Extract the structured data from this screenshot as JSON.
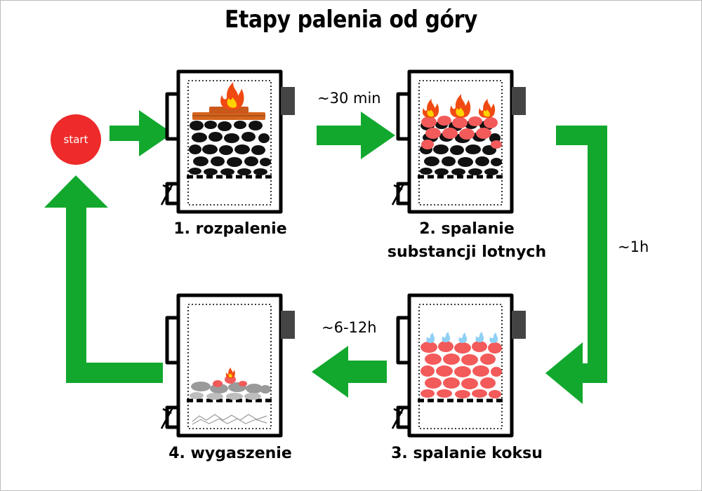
{
  "title": "Etapy palenia od góry",
  "start_label": "start",
  "stages": [
    {
      "label": "1. rozpalenie"
    },
    {
      "label_line1": "2. spalanie",
      "label_line2": "substancji lotnych"
    },
    {
      "label": "3. spalanie koksu"
    },
    {
      "label": "4. wygaszenie"
    }
  ],
  "transitions": [
    {
      "from": "1. rozpalenie",
      "to": "2. spalanie substancji lotnych",
      "duration": "~30 min"
    },
    {
      "from": "2. spalanie substancji lotnych",
      "to": "3. spalanie koksu",
      "duration": "~1h"
    },
    {
      "from": "3. spalanie koksu",
      "to": "4. wygaszenie",
      "duration": "~6-12h"
    }
  ],
  "colors": {
    "arrow": "#12a82e",
    "start": "#ee2a2a",
    "fire": "#f04a12",
    "glow": "#f35a5a",
    "coal": "#111111",
    "wood": "#d4651e",
    "ash": "#9a9a9a",
    "gas_flame": "#8fd0f5"
  }
}
